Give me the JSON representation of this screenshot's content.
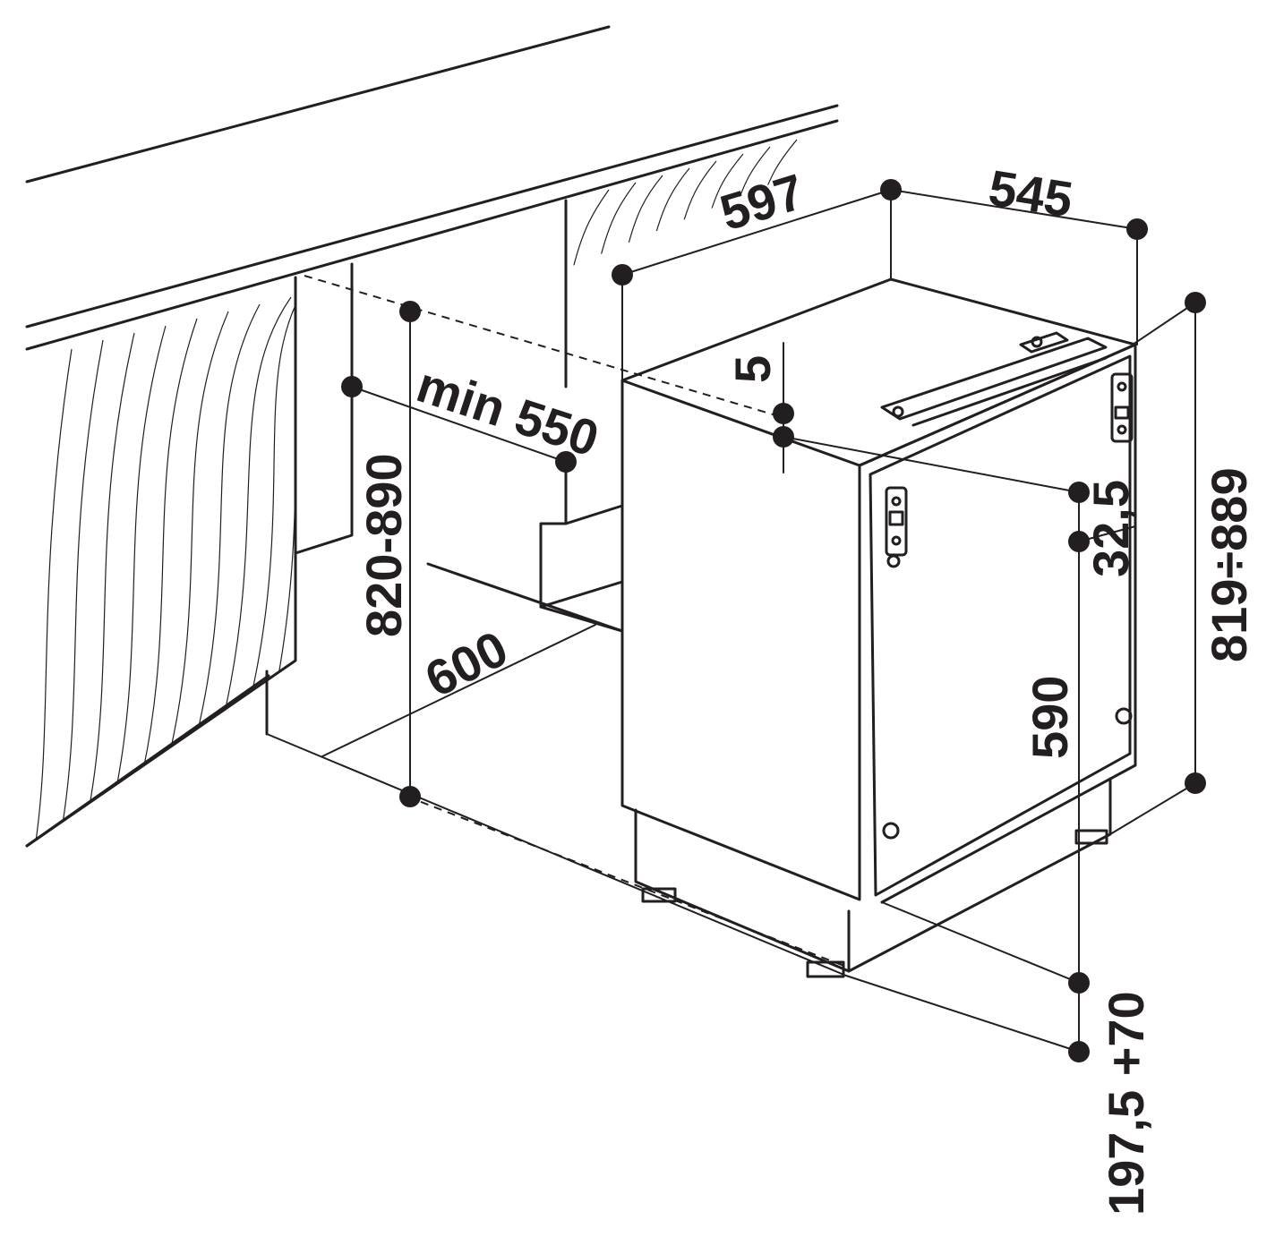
{
  "dimensions": {
    "width_597": "597",
    "depth_545": "545",
    "gap_5": "5",
    "min_550": "min 550",
    "niche_height": "820-890",
    "niche_depth": "600",
    "offset_32_5": "32,5",
    "total_height": "819÷889",
    "door_height": "590",
    "plinth": "197,5 +70"
  }
}
